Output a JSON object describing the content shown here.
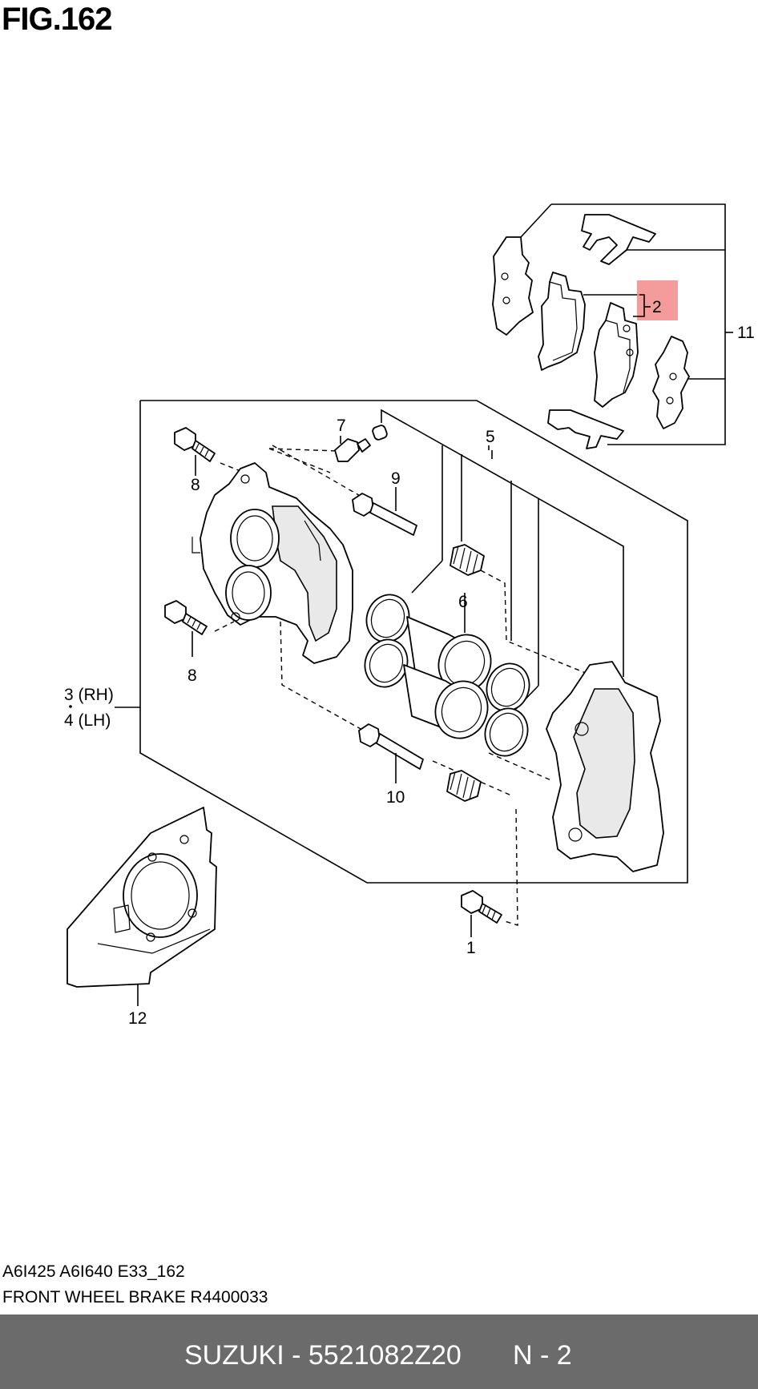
{
  "figure": {
    "title": "FIG.162"
  },
  "callouts": {
    "c1": "1",
    "c2": "2",
    "c3": "3 (RH)",
    "c4": "4 (LH)",
    "c5": "5",
    "c6": "6",
    "c7": "7",
    "c8a": "8",
    "c8b": "8",
    "c9": "9",
    "c10": "10",
    "c11": "11",
    "c12": "12"
  },
  "highlight": {
    "callout": "2",
    "color": "#f28a8a"
  },
  "captions": {
    "codes": "A6I425 A6I640 E33_162",
    "description": "FRONT WHEEL BRAKE R4400033"
  },
  "footer": {
    "part_number": "SUZUKI - 5521082Z20",
    "page": "N - 2",
    "background": "#6b6b6b"
  }
}
